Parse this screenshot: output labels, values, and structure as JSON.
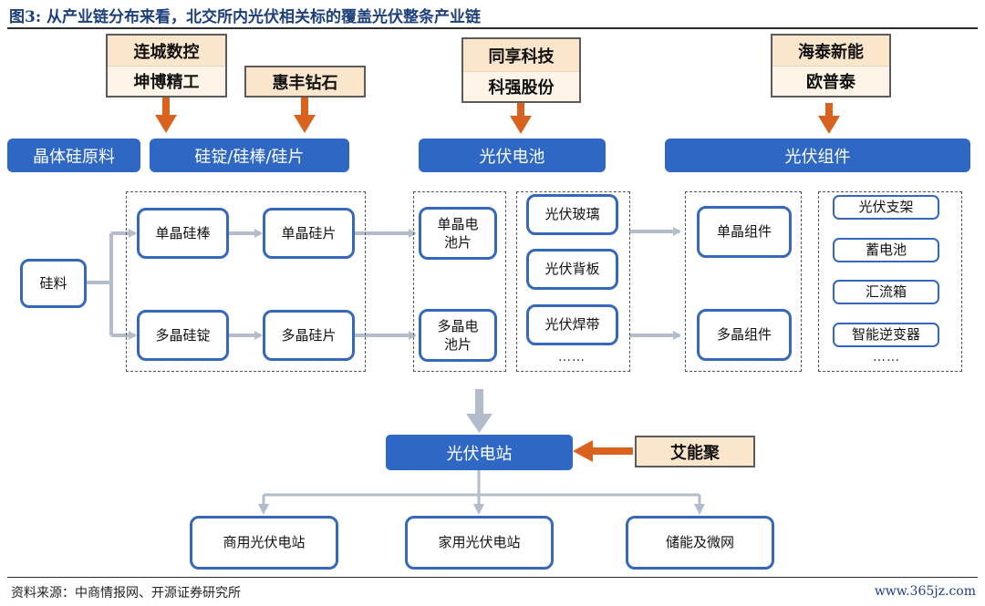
{
  "title": "图3:  从产业链分布来看，北交所内光伏相关标的覆盖光伏整条产业链",
  "source": "资料来源：中商情报网、开源证券研究所",
  "watermark": "www.365jz.com",
  "companies": {
    "wafer_group": [
      "连城数控",
      "坤博精工"
    ],
    "wafer_single": "惠丰钻石",
    "cell_group": [
      "同享科技",
      "科强股份"
    ],
    "module_group": [
      "海泰新能",
      "欧普泰"
    ],
    "station": "艾能聚"
  },
  "stages": {
    "raw": "晶体硅原料",
    "wafer": "硅锭/硅棒/硅片",
    "cell": "光伏电池",
    "module": "光伏组件",
    "station": "光伏电站"
  },
  "nodes": {
    "silicon": "硅料",
    "mono_rod": "单晶硅棒",
    "mono_wafer": "单晶硅片",
    "multi_ingot": "多晶硅锭",
    "multi_wafer": "多晶硅片",
    "mono_cell": "单晶电池片",
    "multi_cell": "多晶电池片",
    "pv_glass": "光伏玻璃",
    "pv_backsheet": "光伏背板",
    "pv_ribbon": "光伏焊带",
    "materials_more": "……",
    "mono_module": "单晶组件",
    "multi_module": "多晶组件",
    "pv_bracket": "光伏支架",
    "battery": "蓄电池",
    "combiner_box": "汇流箱",
    "inverter": "智能逆变器",
    "bos_more": "……",
    "commercial_station": "商用光伏电站",
    "home_station": "家用光伏电站",
    "storage_microgrid": "储能及微网"
  },
  "colors": {
    "stage_fill": "#2f68c4",
    "node_border": "#3568bc",
    "company_fill": "#fbe6cc",
    "orange_arrow": "#d9631e",
    "gray_arrow": "#b2bccb"
  }
}
